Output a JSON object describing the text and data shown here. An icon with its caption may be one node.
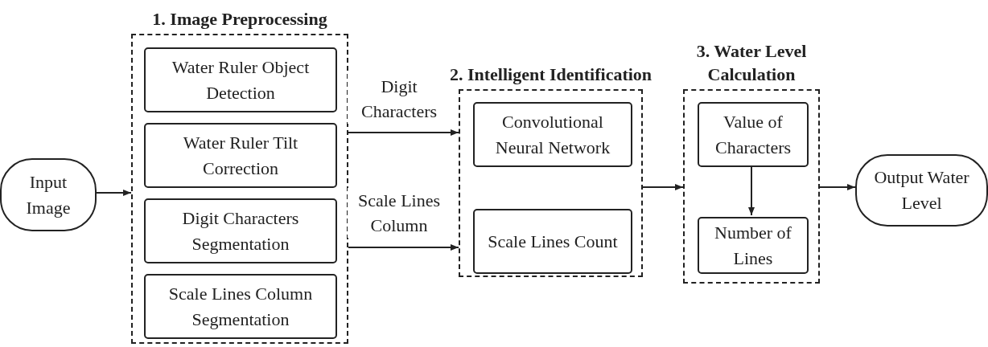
{
  "diagram": {
    "nodes": [
      {
        "text": [
          "Input Image"
        ]
      },
      {
        "text": [
          "1. Image Preprocessing"
        ]
      },
      {
        "text": [
          "Water Ruler Object Detection"
        ],
        "in": 1
      },
      {
        "text": [
          "Water Ruler Tilt Correction"
        ],
        "in": 1
      },
      {
        "text": [
          "Digit Characters Segmentation"
        ],
        "in": 1
      },
      {
        "text": [
          "Scale Lines Column Segmentation"
        ],
        "in": 1
      },
      {
        "text": [
          "2. Intelligent Identification"
        ]
      },
      {
        "text": [
          "Convolutional Neural Network"
        ],
        "in": 6
      },
      {
        "text": [
          "Scale Lines Count"
        ],
        "in": 6
      },
      {
        "text": [
          "3. Water Level Calculation"
        ]
      },
      {
        "text": [
          "Value of Characters"
        ],
        "in": 9
      },
      {
        "text": [
          "Number of Lines"
        ],
        "in": 9
      },
      {
        "text": [
          "Output Water Level"
        ]
      }
    ],
    "edges": [
      {
        "from": 0,
        "to": 1,
        "arrow": "to"
      },
      {
        "from": 1,
        "to": 6,
        "label": "Digit Characters",
        "arrow": "to"
      },
      {
        "from": 1,
        "to": 6,
        "label": "Scale Lines Column",
        "arrow": "to"
      },
      {
        "from": 6,
        "to": 9,
        "arrow": "to"
      },
      {
        "from": 10,
        "to": 11,
        "arrow": "to"
      },
      {
        "from": 9,
        "to": 12,
        "arrow": "to"
      }
    ]
  }
}
